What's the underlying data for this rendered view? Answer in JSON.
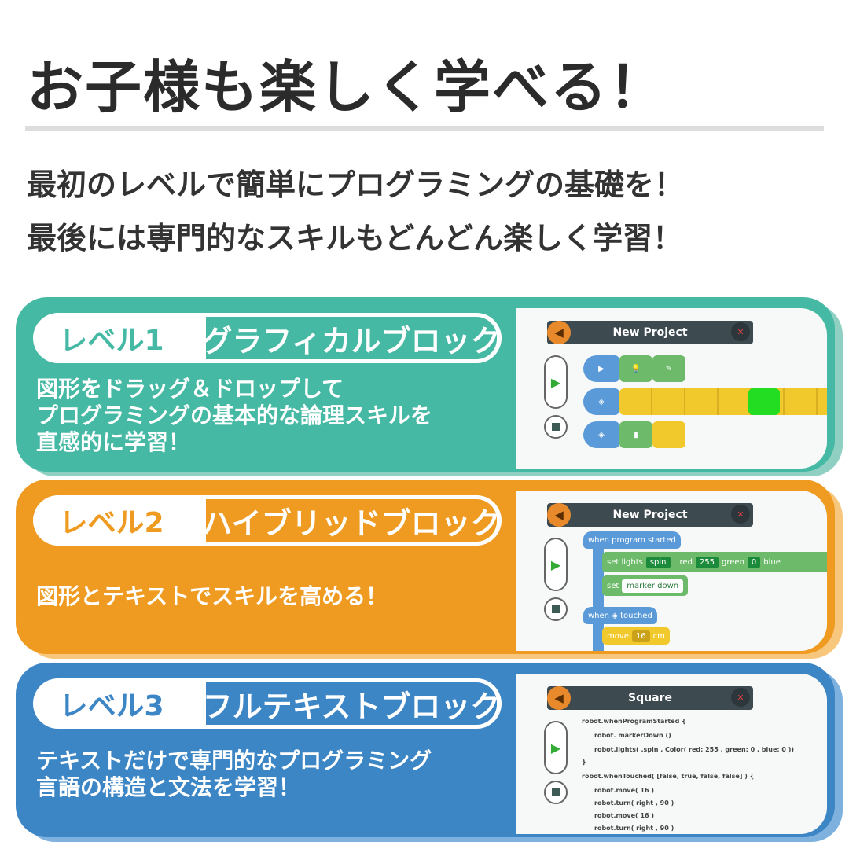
{
  "title": "お子様も楽しく学べる！",
  "subtitle": [
    "最初のレベルで簡単にプログラミングの基礎を！",
    "最後には専門的なスキルもどんどん楽しく学習！"
  ],
  "levels": [
    {
      "level": "レベル1",
      "name": "グラフィカルブロック",
      "description": [
        "図形をドラッグ＆ドロップして",
        "プログラミングの基本的な論理スキルを",
        "直感的に学習！"
      ],
      "color": "#45b9a3",
      "shadow": "#8fd0c2",
      "screen": {
        "title": "New Project"
      }
    },
    {
      "level": "レベル2",
      "name": "ハイブリッドブロック",
      "description": [
        "図形とテキストでスキルを高める！"
      ],
      "color": "#ef9b22",
      "shadow": "#f8c77e",
      "screen": {
        "title": "New Project",
        "when_started": "when program started",
        "set_lights": "set lights",
        "spin": "spin",
        "red": "red",
        "red_val": "255",
        "green": "green",
        "green_val": "0",
        "blue": "blue",
        "set": "set",
        "marker": "marker down",
        "when": "when",
        "touched": "touched",
        "move": "move",
        "move_val": "16",
        "cm": "cm"
      }
    },
    {
      "level": "レベル3",
      "name": "フルテキストブロック",
      "description": [
        "テキストだけで専門的なプログラミング",
        "言語の構造と文法を学習！"
      ],
      "color": "#3d86c6",
      "shadow": "#7fb1de",
      "screen": {
        "title": "Square",
        "code": [
          "robot.whenProgramStarted {",
          "robot. markerDown ()",
          "robot.lights( .spin , Color( red: 255 , green: 0 , blue: 0 ))",
          "}",
          "robot.whenTouched( [false, true, false, false] ) {",
          "robot.move( 16 )",
          "robot.turn( right , 90 )",
          "robot.move( 16 )",
          "robot.turn( right , 90 )"
        ]
      }
    }
  ],
  "icons": {
    "back": "back-arrow-icon",
    "close": "close-icon",
    "play": "play-icon",
    "stop": "stop-icon"
  }
}
